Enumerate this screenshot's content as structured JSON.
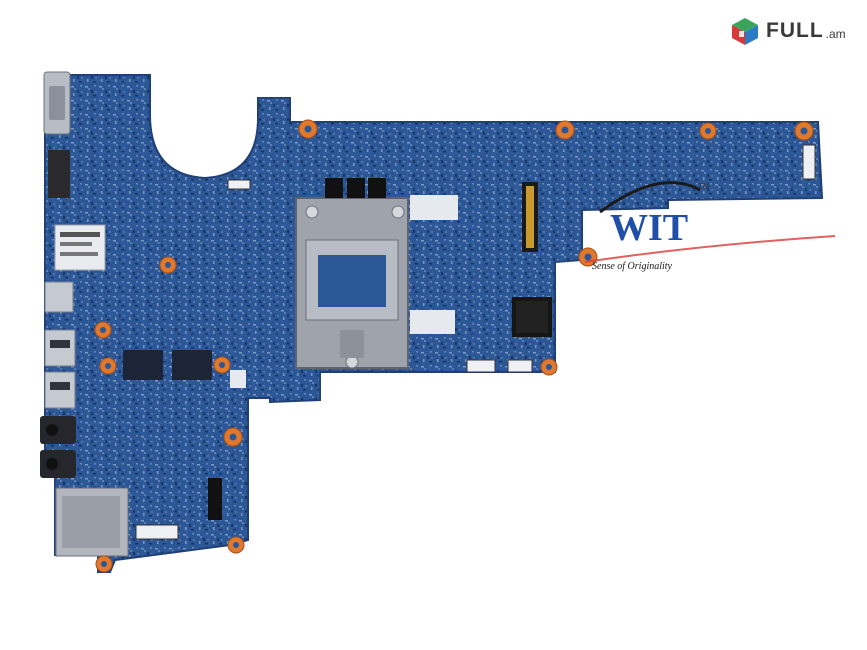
{
  "watermark": {
    "site_name": "FULL",
    "site_domain": ".am"
  },
  "board_stamp": {
    "brand": "WIT",
    "tagline": "Sense of Originality",
    "tm": "TM"
  },
  "colors": {
    "pcb_blue": "#2e5a9c",
    "pcb_dark": "#1d3f78",
    "mount_orange": "#e0792e",
    "logo_red": "#d93838",
    "logo_green": "#3aa55a",
    "logo_blue": "#2d7bc4"
  }
}
